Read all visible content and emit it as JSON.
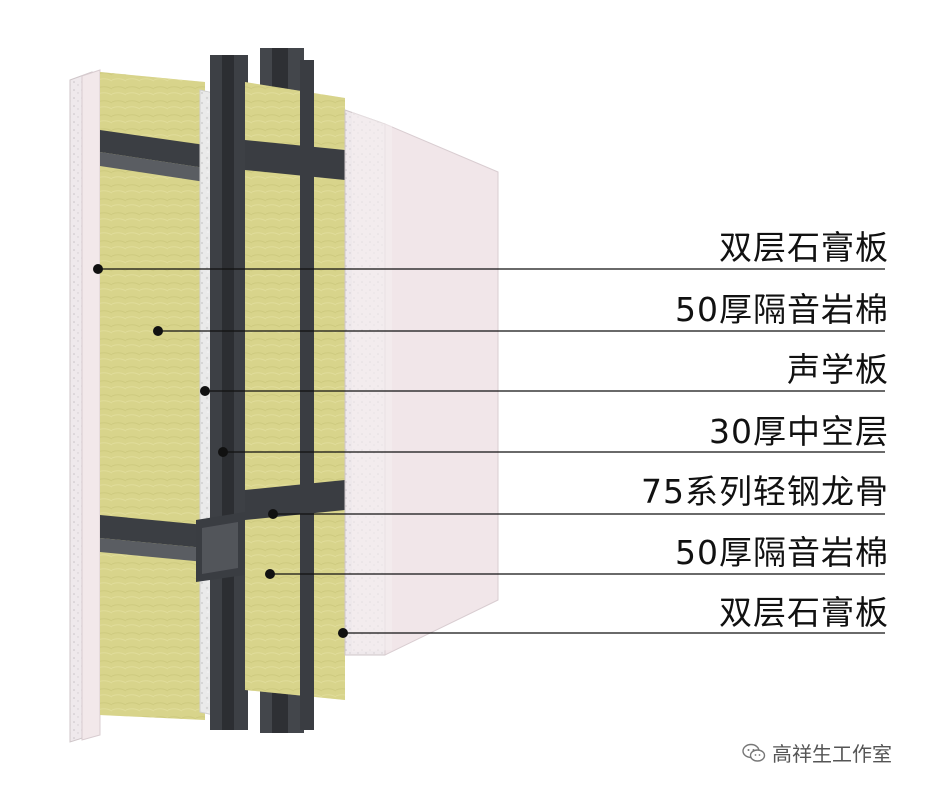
{
  "labels": [
    "双层石膏板",
    "50厚隔音岩棉",
    "声学板",
    "30厚中空层",
    "75系列轻钢龙骨",
    "50厚隔音岩棉",
    "双层石膏板"
  ],
  "watermark": "高祥生工作室",
  "colors": {
    "gypsum": "#f1e9ea",
    "gypsum_edge": "#dfd3d5",
    "rockwool": "#d8d38a",
    "rockwool_dark": "#b9b86a",
    "steel": "#3c3f44",
    "acoustic": "#e9e9e9",
    "leader": "#111111"
  }
}
